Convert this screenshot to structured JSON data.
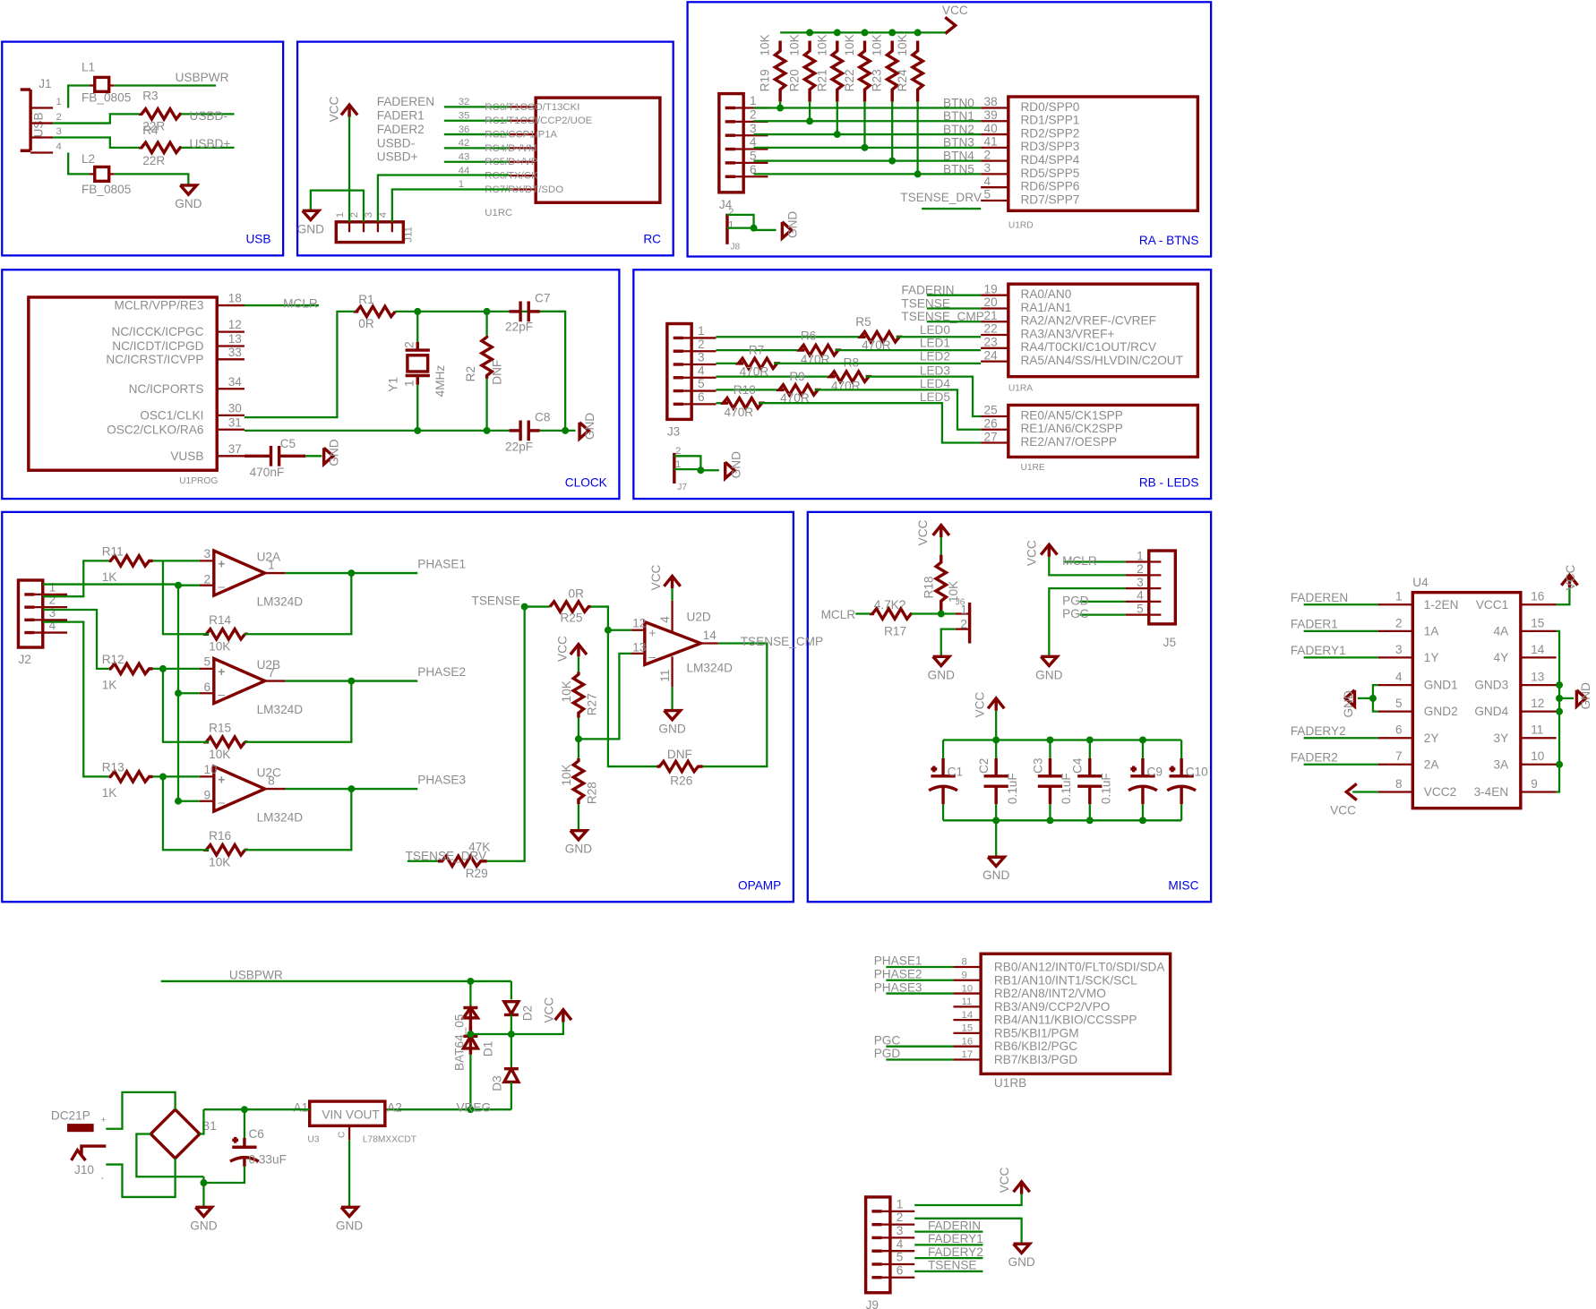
{
  "frames": [
    {
      "id": "usb",
      "title": "USB"
    },
    {
      "id": "rc",
      "title": "RC"
    },
    {
      "id": "ra_btns",
      "title": "RA - BTNS"
    },
    {
      "id": "clock",
      "title": "CLOCK"
    },
    {
      "id": "rb_leds",
      "title": "RB - LEDS"
    },
    {
      "id": "opamp",
      "title": "OPAMP"
    },
    {
      "id": "misc",
      "title": "MISC"
    }
  ],
  "usb": {
    "connector": "J1",
    "connector_text": "USB",
    "pins": [
      "1",
      "2",
      "3",
      "4"
    ],
    "L1": {
      "name": "L1",
      "value": "FB_0805"
    },
    "L2": {
      "name": "L2",
      "value": "FB_0805"
    },
    "R3": {
      "name": "R3",
      "value": "22R"
    },
    "R4": {
      "name": "R4",
      "value": "22R"
    },
    "nets": [
      "USBPWR",
      "USBD-",
      "USBD+",
      "GND"
    ]
  },
  "rc": {
    "vcc": "VCC",
    "gnd": "GND",
    "header": "J11",
    "header_pins": [
      "1",
      "2",
      "3",
      "4"
    ],
    "chip": "U1RC",
    "pins": [
      {
        "net": "FADEREN",
        "num": "32",
        "func": "RC0/T1OSO/T13CKI"
      },
      {
        "net": "FADER1",
        "num": "35",
        "func": "RC1/T1OSI/CCP2/UOE"
      },
      {
        "net": "FADER2",
        "num": "36",
        "func": "RC2/CCP1/P1A"
      },
      {
        "net": "USBD-",
        "num": "42",
        "func": "RC4/D-/VM"
      },
      {
        "net": "USBD+",
        "num": "43",
        "func": "RC5/D+/VP"
      },
      {
        "net": "",
        "num": "44",
        "func": "RC6/TX/CK"
      },
      {
        "net": "",
        "num": "1",
        "func": "RC7/RX/DT/SDO"
      }
    ]
  },
  "ra_btns": {
    "vcc": "VCC",
    "header": "J4",
    "header_pins": [
      "1",
      "2",
      "3",
      "4",
      "5",
      "6"
    ],
    "resistors": [
      {
        "name": "R19",
        "value": "10K"
      },
      {
        "name": "R20",
        "value": "10K"
      },
      {
        "name": "R21",
        "value": "10K"
      },
      {
        "name": "R22",
        "value": "10K"
      },
      {
        "name": "R23",
        "value": "10K"
      },
      {
        "name": "R24",
        "value": "10K"
      }
    ],
    "chip": "U1RD",
    "pins": [
      {
        "net": "BTN0",
        "num": "38",
        "func": "RD0/SPP0"
      },
      {
        "net": "BTN1",
        "num": "39",
        "func": "RD1/SPP1"
      },
      {
        "net": "BTN2",
        "num": "40",
        "func": "RD2/SPP2"
      },
      {
        "net": "BTN3",
        "num": "41",
        "func": "RD3/SPP3"
      },
      {
        "net": "BTN4",
        "num": "2",
        "func": "RD4/SPP4"
      },
      {
        "net": "BTN5",
        "num": "3",
        "func": "RD5/SPP5"
      },
      {
        "net": "",
        "num": "4",
        "func": "RD6/SPP6"
      },
      {
        "net": "TSENSE_DRV",
        "num": "5",
        "func": "RD7/SPP7"
      }
    ],
    "j8": "J8",
    "j8_pins": [
      "2",
      "1"
    ],
    "gnd": "GND"
  },
  "clock": {
    "chip": "U1PROG",
    "pins": [
      {
        "num": "18",
        "func": "MCLR/VPP/RE3",
        "net": "MCLR"
      },
      {
        "num": "12",
        "func": "NC/ICCK/ICPGC"
      },
      {
        "num": "13",
        "func": "NC/ICDT/ICPGD"
      },
      {
        "num": "33",
        "func": "NC/ICRST/ICVPP"
      },
      {
        "num": "34",
        "func": "NC/ICPORTS"
      },
      {
        "num": "30",
        "func": "OSC1/CLKI"
      },
      {
        "num": "31",
        "func": "OSC2/CLKO/RA6"
      },
      {
        "num": "37",
        "func": "VUSB"
      }
    ],
    "R1": {
      "name": "R1",
      "value": "0R"
    },
    "R2": {
      "name": "R2",
      "value": "DNF"
    },
    "Y1": {
      "name": "Y1",
      "value": "4MHz",
      "pins": [
        "2",
        "1"
      ]
    },
    "C7": {
      "name": "C7",
      "value": "22pF"
    },
    "C8": {
      "name": "C8",
      "value": "22pF"
    },
    "C5": {
      "name": "C5",
      "value": "470nF"
    },
    "gnd": "GND"
  },
  "rb_leds": {
    "header": "J3",
    "header_pins": [
      "1",
      "2",
      "3",
      "4",
      "5",
      "6"
    ],
    "resistors": [
      {
        "name": "R5",
        "value": "470R"
      },
      {
        "name": "R6",
        "value": "470R"
      },
      {
        "name": "R7",
        "value": "470R"
      },
      {
        "name": "R8",
        "value": "470R"
      },
      {
        "name": "R9",
        "value": "470R"
      },
      {
        "name": "R10",
        "value": "470R"
      }
    ],
    "chip_a": "U1RA",
    "pins_a": [
      {
        "net": "FADERIN",
        "num": "19",
        "func": "RA0/AN0"
      },
      {
        "net": "TSENSE",
        "num": "20",
        "func": "RA1/AN1"
      },
      {
        "net": "TSENSE_CMP",
        "num": "21",
        "func": "RA2/AN2/VREF-/CVREF"
      },
      {
        "net": "LED0",
        "num": "22",
        "func": "RA3/AN3/VREF+"
      },
      {
        "net": "LED1",
        "num": "23",
        "func": "RA4/T0CKI/C1OUT/RCV"
      },
      {
        "net": "LED2",
        "num": "24",
        "func": "RA5/AN4/SS/HLVDIN/C2OUT"
      }
    ],
    "chip_e": "U1RE",
    "pins_e": [
      {
        "net": "LED3",
        "num": "25",
        "func": "RE0/AN5/CK1SPP"
      },
      {
        "net": "LED4",
        "num": "26",
        "func": "RE1/AN6/CK2SPP"
      },
      {
        "net": "LED5",
        "num": "27",
        "func": "RE2/AN7/OESPP"
      }
    ],
    "j7": "J7",
    "j7_pins": [
      "2",
      "1"
    ],
    "gnd": "GND"
  },
  "opamp": {
    "header": "J2",
    "header_pins": [
      "1",
      "2",
      "3",
      "4"
    ],
    "amps": [
      {
        "name": "U2A",
        "part": "LM324D",
        "pin_p": "3",
        "pin_n": "2",
        "pin_o": "1",
        "rin": "R11",
        "rin_val": "1K",
        "rf": "R14",
        "rf_val": "10K",
        "out": "PHASE1"
      },
      {
        "name": "U2B",
        "part": "LM324D",
        "pin_p": "5",
        "pin_n": "6",
        "pin_o": "7",
        "rin": "R12",
        "rin_val": "1K",
        "rf": "R15",
        "rf_val": "10K",
        "out": "PHASE2"
      },
      {
        "name": "U2C",
        "part": "LM324D",
        "pin_p": "10",
        "pin_n": "9",
        "pin_o": "8",
        "rin": "R13",
        "rin_val": "1K",
        "rf": "R16",
        "rf_val": "10K",
        "out": "PHASE3"
      }
    ],
    "comp": {
      "name": "U2D",
      "part": "LM324D",
      "pin_p": "12",
      "pin_n": "13",
      "pin_o": "14",
      "pin_v": "4",
      "pin_g": "11",
      "out": "TSENSE_CMP"
    },
    "tsense": "TSENSE",
    "tsense_drv": "TSENSE_DRV",
    "R25": {
      "name": "R25",
      "value": "0R"
    },
    "R26": {
      "name": "R26",
      "value": "DNF"
    },
    "R27": {
      "name": "R27",
      "value": "10K"
    },
    "R28": {
      "name": "R28",
      "value": "10K"
    },
    "R29": {
      "name": "R29",
      "value": "47K"
    },
    "vcc": "VCC",
    "gnd": "GND"
  },
  "misc": {
    "R17": {
      "name": "R17",
      "value": "4.7K?"
    },
    "R18": {
      "name": "R18",
      "value": "10K"
    },
    "J6": {
      "name": "J6",
      "pins": [
        "1",
        "2"
      ]
    },
    "mclr": "MCLR",
    "J5": {
      "name": "J5",
      "pins": [
        "1",
        "2",
        "3",
        "4",
        "5"
      ],
      "nets": [
        "MCLR",
        "",
        "",
        "PGD",
        "PGC"
      ]
    },
    "caps": [
      {
        "name": "C1",
        "value": "",
        "polar": true
      },
      {
        "name": "C2",
        "value": "0.1uF",
        "polar": false
      },
      {
        "name": "C3",
        "value": "0.1uF",
        "polar": false
      },
      {
        "name": "C4",
        "value": "0.1uF",
        "polar": false
      },
      {
        "name": "C9",
        "value": "",
        "polar": true
      },
      {
        "name": "C10",
        "value": "",
        "polar": true
      }
    ],
    "vcc": "VCC",
    "gnd": "GND"
  },
  "u4": {
    "name": "U4",
    "left": [
      {
        "net": "FADEREN",
        "num": "1",
        "func": "1-2EN"
      },
      {
        "net": "FADER1",
        "num": "2",
        "func": "1A"
      },
      {
        "net": "FADERY1",
        "num": "3",
        "func": "1Y"
      },
      {
        "net": "",
        "num": "4",
        "func": "GND1"
      },
      {
        "net": "",
        "num": "5",
        "func": "GND2"
      },
      {
        "net": "FADERY2",
        "num": "6",
        "func": "2Y"
      },
      {
        "net": "FADER2",
        "num": "7",
        "func": "2A"
      },
      {
        "net": "",
        "num": "8",
        "func": "VCC2"
      }
    ],
    "right": [
      {
        "num": "16",
        "func": "VCC1"
      },
      {
        "num": "15",
        "func": "4A"
      },
      {
        "num": "14",
        "func": "4Y"
      },
      {
        "num": "13",
        "func": "GND3"
      },
      {
        "num": "12",
        "func": "GND4"
      },
      {
        "num": "11",
        "func": "3Y"
      },
      {
        "num": "10",
        "func": "3A"
      },
      {
        "num": "9",
        "func": "3-4EN"
      }
    ],
    "vcc": "VCC",
    "gnd": "GND"
  },
  "power": {
    "usbpwr": "USBPWR",
    "jack": "J10",
    "jack_part": "DC21P",
    "plus": "+",
    "minus": "-",
    "bridge": "B1",
    "C6": {
      "name": "C6",
      "value": "0.33uF"
    },
    "reg": {
      "name": "U3",
      "part": "L78MXXCDT",
      "body": "VIN VOUT",
      "a1": "A1",
      "a2": "A2",
      "c": "C"
    },
    "vreg": "VREG",
    "D1": "D1",
    "D2": "D2",
    "D3": "D3",
    "diode_part": "BAT64_05",
    "vcc": "VCC",
    "gnd": "GND"
  },
  "u1rb": {
    "chip": "U1RB",
    "pins": [
      {
        "net": "PHASE1",
        "num": "8",
        "func": "RB0/AN12/INT0/FLT0/SDI/SDA"
      },
      {
        "net": "PHASE2",
        "num": "9",
        "func": "RB1/AN10/INT1/SCK/SCL"
      },
      {
        "net": "PHASE3",
        "num": "10",
        "func": "RB2/AN8/INT2/VMO"
      },
      {
        "net": "",
        "num": "11",
        "func": "RB3/AN9/CCP2/VPO"
      },
      {
        "net": "",
        "num": "14",
        "func": "RB4/AN11/KBIO/CCSSPP"
      },
      {
        "net": "",
        "num": "15",
        "func": "RB5/KBI1/PGM"
      },
      {
        "net": "PGC",
        "num": "16",
        "func": "RB6/KBI2/PGC"
      },
      {
        "net": "PGD",
        "num": "17",
        "func": "RB7/KBI3/PGD"
      }
    ]
  },
  "j9": {
    "name": "J9",
    "pins": [
      "1",
      "2",
      "3",
      "4",
      "5",
      "6"
    ],
    "nets": [
      "",
      "",
      "FADERIN",
      "FADERY1",
      "FADERY2",
      "TSENSE"
    ],
    "vcc": "VCC",
    "gnd": "GND"
  },
  "colors": {
    "frame": "#0000e6",
    "wire": "#007f00",
    "part": "#800000",
    "text": "#8c8c8c"
  }
}
